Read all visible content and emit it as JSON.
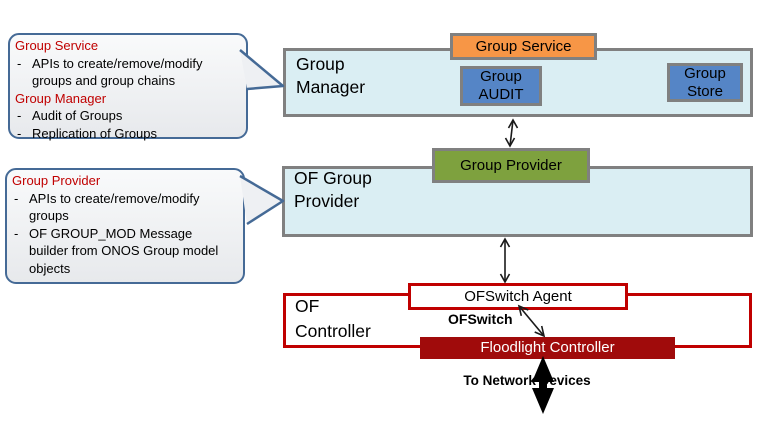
{
  "bullet_marker": "-",
  "callouts": [
    {
      "sections": [
        {
          "heading": "Group Service",
          "bullets": [
            "APIs to create/remove/modify groups and group chains"
          ]
        },
        {
          "heading": "Group Manager",
          "bullets": [
            "Audit of Groups",
            "Replication of Groups"
          ]
        }
      ]
    },
    {
      "sections": [
        {
          "heading": "Group Provider",
          "bullets": [
            "APIs to create/remove/modify groups",
            "OF GROUP_MOD Message builder from ONOS Group model objects"
          ]
        }
      ]
    }
  ],
  "diagram": {
    "group_manager_label": "Group Manager",
    "group_service_label": "Group Service",
    "group_audit_label": "Group AUDIT",
    "group_store_label": "Group Store",
    "group_provider_label": "Group Provider",
    "of_group_provider_label": "OF Group Provider",
    "of_controller_label": "OF Controller",
    "ofswitch_agent_label": "OFSwitch Agent",
    "ofswitch_link_label": "OFSwitch",
    "floodlight_label": "Floodlight Controller",
    "to_network_devices_label": "To Network Devices"
  },
  "colors": {
    "light_blue_fill": "#daeef3",
    "gray_border": "#808080",
    "orange_fill": "#f79646",
    "blue_fill": "#5585c6",
    "green_fill": "#7ea13e",
    "red_outline": "#c00000",
    "dark_red_fill": "#a00b0b",
    "callout_border": "#456a96",
    "heading_red": "#c00000"
  }
}
